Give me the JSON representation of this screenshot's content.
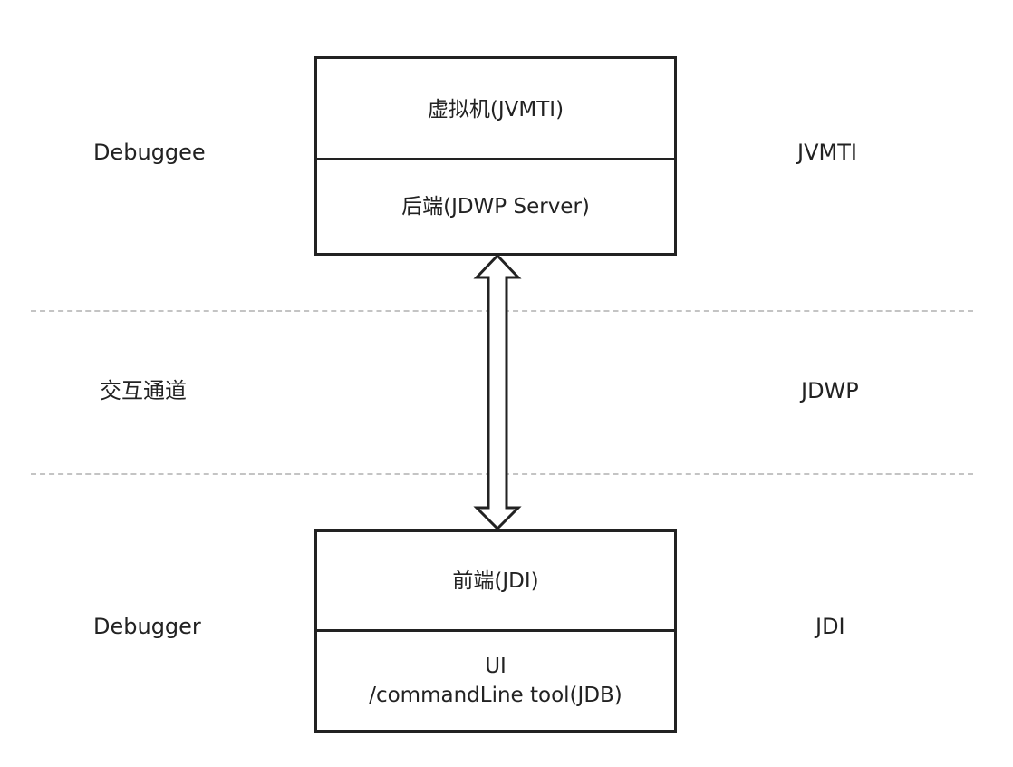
{
  "left_labels": {
    "debuggee": "Debuggee",
    "channel": "交互通道",
    "debugger": "Debugger"
  },
  "right_labels": {
    "jvmti": "JVMTI",
    "jdwp": "JDWP",
    "jdi": "JDI"
  },
  "debuggee_box": {
    "top": "虚拟机(JVMTI)",
    "bottom": "后端(JDWP Server)"
  },
  "debugger_box": {
    "top": "前端(JDI)",
    "bottom_line1": "UI",
    "bottom_line2": "/commandLine tool(JDB)"
  },
  "colors": {
    "stroke": "#222222",
    "dash": "#c4c4c4",
    "background": "#ffffff"
  }
}
